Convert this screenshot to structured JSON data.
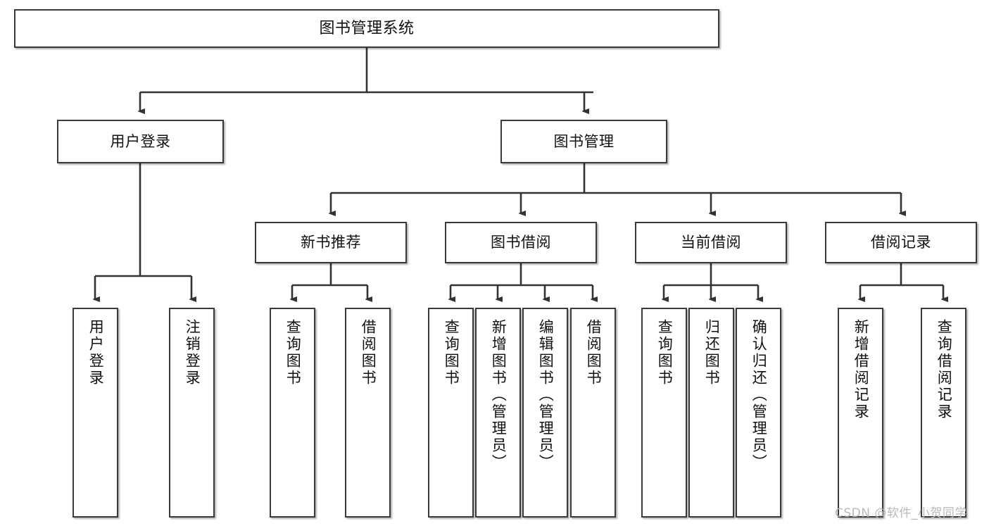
{
  "diagram": {
    "title": "图书管理系统",
    "type": "tree-hierarchy-chart",
    "root": {
      "label": "图书管理系统"
    },
    "level2": [
      {
        "label": "用户登录"
      },
      {
        "label": "图书管理"
      }
    ],
    "level3": [
      {
        "label": "新书推荐"
      },
      {
        "label": "图书借阅"
      },
      {
        "label": "当前借阅"
      },
      {
        "label": "借阅记录"
      }
    ],
    "leaves": {
      "user_login": [
        {
          "label": "用户登录"
        },
        {
          "label": "注销登录"
        }
      ],
      "new_book_recommend": [
        {
          "label": "查询图书"
        },
        {
          "label": "借阅图书"
        }
      ],
      "book_borrow": [
        {
          "label": "查询图书"
        },
        {
          "label": "新增图书（管理员）"
        },
        {
          "label": "编辑图书（管理员）"
        },
        {
          "label": "借阅图书"
        }
      ],
      "current_borrow": [
        {
          "label": "查询图书"
        },
        {
          "label": "归还图书"
        },
        {
          "label": "确认归还（管理员）"
        }
      ],
      "borrow_record": [
        {
          "label": "新增借阅记录"
        },
        {
          "label": "查询借阅记录"
        }
      ]
    }
  },
  "watermark": {
    "text": "CSDN @软件_小贺同学"
  },
  "colors": {
    "node_border": "#3a3a3a",
    "node_fill": "#ffffff",
    "edge": "#333333",
    "text": "#111111",
    "watermark": "#b9b9b9",
    "background": "#ffffff"
  }
}
